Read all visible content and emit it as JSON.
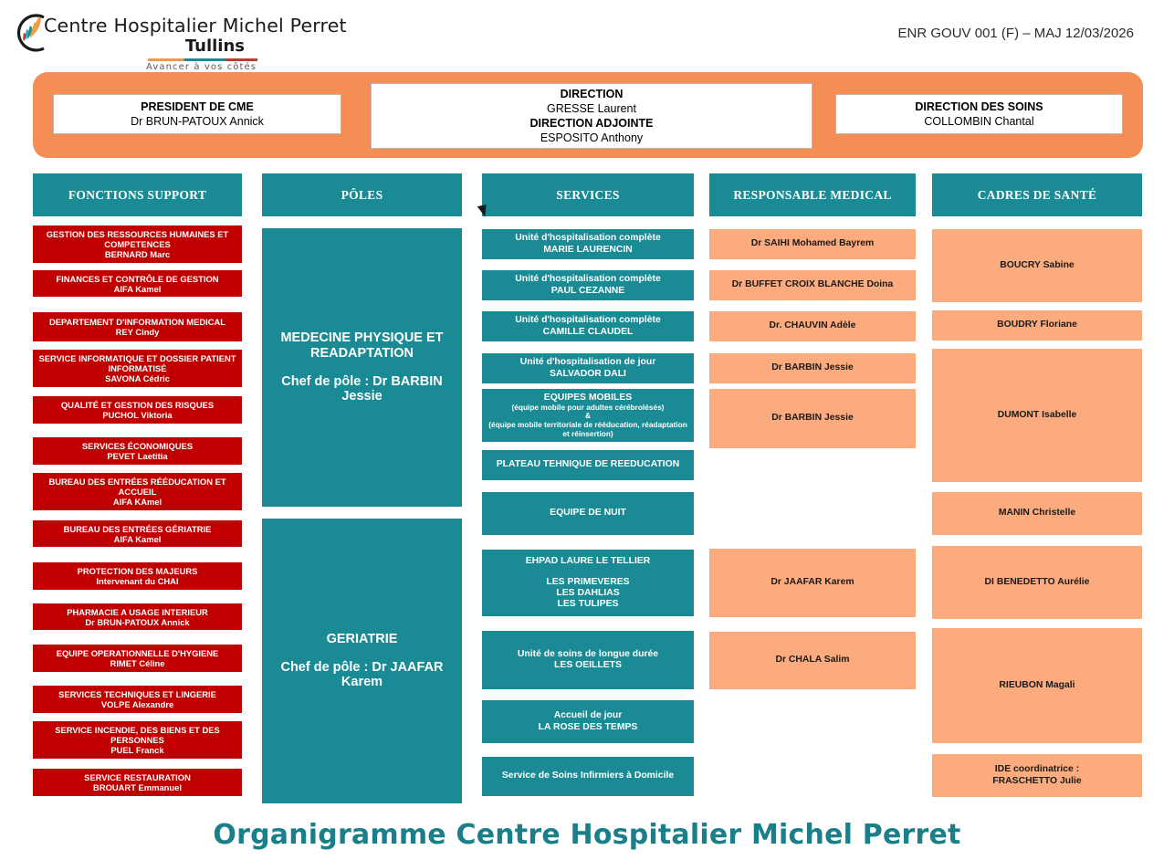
{
  "header": {
    "logo_line1": "Centre Hospitalier Michel Perret",
    "logo_line2": "Tullins",
    "logo_tagline": "Avancer à vos côtés",
    "doc_ref": "ENR GOUV 001 (F) – MAJ 12/03/2026"
  },
  "direction": {
    "cme": {
      "title": "PRESIDENT DE CME",
      "name": "Dr BRUN-PATOUX Annick"
    },
    "main": {
      "title": "DIRECTION",
      "name": "GRESSE Laurent",
      "title2": "DIRECTION ADJOINTE",
      "name2": "ESPOSITO Anthony"
    },
    "soins": {
      "title": "DIRECTION DES SOINS",
      "name": "COLLOMBIN Chantal"
    }
  },
  "columns": {
    "support": {
      "header": "FONCTIONS SUPPORT"
    },
    "poles": {
      "header": "PÔLES"
    },
    "services": {
      "header": "SERVICES"
    },
    "responsable": {
      "header": "RESPONSABLE MEDICAL"
    },
    "cadres": {
      "header": "CADRES DE SANTÉ"
    }
  },
  "support_items": [
    {
      "title": "GESTION DES RESSOURCES HUMAINES ET COMPETENCES",
      "name": "BERNARD Marc"
    },
    {
      "title": "FINANCES ET CONTRÔLE DE GESTION",
      "name": "AIFA Kamel"
    },
    {
      "title": "DEPARTEMENT D'INFORMATION MEDICAL",
      "name": "REY Cindy"
    },
    {
      "title": "SERVICE INFORMATIQUE ET DOSSIER PATIENT INFORMATISÉ",
      "name": "SAVONA Cédric"
    },
    {
      "title": "QUALITÉ ET GESTION DES RISQUES",
      "name": "PUCHOL Viktoria"
    },
    {
      "title": "SERVICES ÉCONOMIQUES",
      "name": "PEVET Laetitia"
    },
    {
      "title": "BUREAU DES ENTRÉES RÉÉDUCATION ET ACCUEIL",
      "name": "AIFA KAmel"
    },
    {
      "title": "BUREAU DES ENTRÉES GÉRIATRIE",
      "name": "AIFA Kamel"
    },
    {
      "title": "PROTECTION DES MAJEURS",
      "name": "Intervenant du CHAI"
    },
    {
      "title": "PHARMACIE A USAGE INTERIEUR",
      "name": "Dr BRUN-PATOUX Annick"
    },
    {
      "title": "EQUIPE OPERATIONNELLE D'HYGIENE",
      "name": "RIMET Céline"
    },
    {
      "title": "SERVICES TECHNIQUES ET LINGERIE",
      "name": "VOLPE Alexandre"
    },
    {
      "title": "SERVICE INCENDIE, DES BIENS ET DES PERSONNES",
      "name": "PUEL Franck"
    },
    {
      "title": "SERVICE RESTAURATION",
      "name": "BROUART Emmanuel"
    }
  ],
  "pole_items": [
    {
      "title": "MEDECINE PHYSIQUE ET READAPTATION",
      "chief": "Chef de pôle : Dr BARBIN Jessie"
    },
    {
      "title": "GERIATRIE",
      "chief": "Chef de pôle : Dr JAAFAR Karem"
    }
  ],
  "service_items": [
    {
      "line1": "Unité d'hospitalisation complète",
      "line2": "MARIE LAURENCIN"
    },
    {
      "line1": "Unité d'hospitalisation complète",
      "line2": "PAUL CEZANNE"
    },
    {
      "line1": "Unité d'hospitalisation complète",
      "line2": "CAMILLE CLAUDEL"
    },
    {
      "line1": "Unité d'hospitalisation de jour",
      "line2": "SALVADOR DALI"
    },
    {
      "line1": "EQUIPES MOBILES",
      "small1": "(équipe mobile pour adultes cérébrolésés)",
      "small2": "&",
      "small3": "(équipe mobile territoriale de rééducation, réadaptation et réinsertion)"
    },
    {
      "line1": "PLATEAU TEHNIQUE DE REEDUCATION"
    },
    {
      "line1": "EQUIPE DE NUIT"
    },
    {
      "line1": "EHPAD LAURE LE TELLIER",
      "line2": "LES PRIMEVERES",
      "line3": "LES DAHLIAS",
      "line4": "LES TULIPES"
    },
    {
      "line1": "Unité de soins de longue durée",
      "line2": "LES OEILLETS"
    },
    {
      "line1": "Accueil de jour",
      "line2": "LA ROSE DES TEMPS"
    },
    {
      "line1": "Service de Soins Infirmiers à Domicile"
    }
  ],
  "responsable_items": [
    {
      "name": "Dr SAIHI Mohamed Bayrem"
    },
    {
      "name": "Dr BUFFET CROIX BLANCHE Doina"
    },
    {
      "name": "Dr. CHAUVIN Adèle"
    },
    {
      "name": "Dr BARBIN Jessie"
    },
    {
      "name": "Dr BARBIN Jessie"
    },
    {
      "name": "Dr JAAFAR Karem"
    },
    {
      "name": "Dr CHALA Salim"
    }
  ],
  "cadres_items": [
    {
      "name": "BOUCRY Sabine"
    },
    {
      "name": "BOUDRY Floriane"
    },
    {
      "name": "DUMONT Isabelle"
    },
    {
      "name": "MANIN Christelle"
    },
    {
      "name": "DI BENEDETTO Aurélie"
    },
    {
      "name": "RIEUBON Magali"
    },
    {
      "line1": "IDE coordinatrice :",
      "line2": "FRASCHETTO Julie"
    }
  ],
  "footer": {
    "title": "Organigramme Centre Hospitalier Michel Perret"
  },
  "colors": {
    "teal": "#1a8a94",
    "red": "#c00000",
    "peach": "#fbab7e",
    "orange": "#f58e54",
    "footer_teal": "#1a7f88"
  }
}
